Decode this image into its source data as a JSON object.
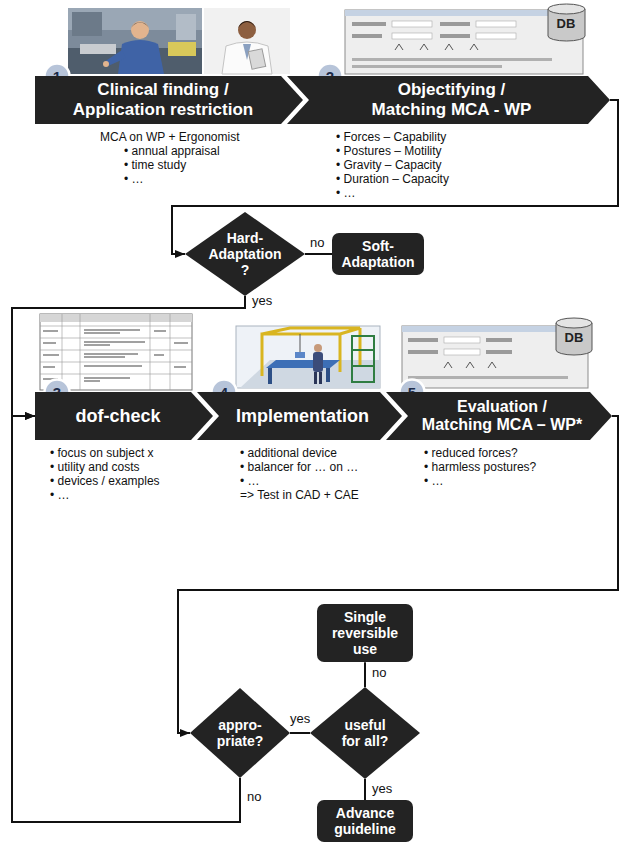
{
  "diagram": {
    "nodes": [
      {
        "text": [
          "1"
        ]
      },
      {
        "text": [
          "Clinical finding / Application restriction"
        ]
      },
      {
        "text": [
          "2"
        ]
      },
      {
        "text": [
          "Objectifying / Matching MCA - WP"
        ]
      },
      {
        "text": [
          "Hard-Adaptation ?"
        ]
      },
      {
        "text": [
          "Soft-Adaptation"
        ]
      },
      {
        "text": [
          "3"
        ]
      },
      {
        "text": [
          "dof-check"
        ]
      },
      {
        "text": [
          "4"
        ]
      },
      {
        "text": [
          "Implementation"
        ]
      },
      {
        "text": [
          "5"
        ]
      },
      {
        "text": [
          "Evaluation / Matching MCA – WP*"
        ]
      },
      {
        "text": [
          "Single reversible use"
        ]
      },
      {
        "text": [
          "appro- priate?"
        ]
      },
      {
        "text": [
          "useful for all?"
        ]
      },
      {
        "text": [
          "Advance guideline"
        ]
      }
    ],
    "edges": [
      {
        "from": 3,
        "to": 4,
        "arrow": "to"
      },
      {
        "from": 4,
        "to": 5,
        "label": "no",
        "arrow": "none"
      },
      {
        "from": 4,
        "to": 7,
        "label": "yes",
        "arrow": "to"
      },
      {
        "from": 11,
        "to": 13,
        "arrow": "to"
      },
      {
        "from": 13,
        "to": 14,
        "label": "yes",
        "arrow": "none"
      },
      {
        "from": 14,
        "to": 12,
        "label": "no",
        "arrow": "none"
      },
      {
        "from": 14,
        "to": 15,
        "label": "yes",
        "arrow": "none"
      },
      {
        "from": 13,
        "to": 7,
        "label": "no",
        "arrow": "to"
      }
    ],
    "labels": [
      "DB",
      "MCA on WP + Ergonomist",
      "• annual appraisal",
      "• time study",
      "• …",
      "• Forces – Capability",
      "• Postures – Motility",
      "• Gravity – Capacity",
      "• Duration – Capacity",
      "• …",
      "DB",
      "• focus on subject x",
      "• utility and costs",
      "• devices / examples",
      "• …",
      "• additional device",
      "• balancer for … on …",
      "• …",
      "=> Test in CAD + CAE",
      "• reduced forces?",
      "• harmless postures?",
      "• …"
    ]
  }
}
